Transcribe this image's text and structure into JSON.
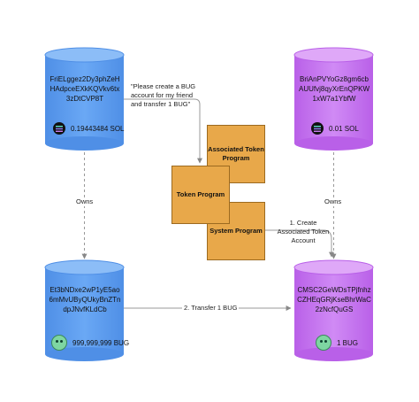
{
  "accounts": {
    "sender_wallet": {
      "address_lines": [
        "FriELggez2Dy3phZeH",
        "HAdpceEXkKQVkv6tx",
        "3zDtCVP8T"
      ],
      "balance": "0.19443484 SOL",
      "icon": "solana-icon",
      "color": "#5b9cf0"
    },
    "receiver_wallet": {
      "address_lines": [
        "BriAnPVYoGz8gm6cb",
        "AUUfvj8qyXrEnQPKW",
        "1xW7a1YbfW"
      ],
      "balance": "0.01 SOL",
      "icon": "solana-icon",
      "color": "#c774f0"
    },
    "sender_token_account": {
      "address_lines": [
        "Et3bNDxe2wP1yE5ao",
        "6mMvUByQUkyBnZTn",
        "dpJNvfKLdCb"
      ],
      "balance": "999,999,999 BUG",
      "icon": "bug-token-icon",
      "color": "#5b9cf0"
    },
    "receiver_token_account": {
      "address_lines": [
        "CMSC2GeWDsTPjfnhz",
        "CZHEqGRjKseBhrWaC",
        "2zNcfQuGS"
      ],
      "balance": "1 BUG",
      "icon": "bug-token-icon",
      "color": "#c774f0"
    }
  },
  "programs": {
    "associated_token": "Associated Token Program",
    "token": "Token Program",
    "system": "System Program",
    "color": "#e8a84a"
  },
  "labels": {
    "request": "\"Please create a BUG account for my friend and transfer 1 BUG\"",
    "owns_left": "Owns",
    "owns_right": "Owns",
    "create_ata": "1. Create Associated Token Account",
    "transfer": "2. Transfer 1 BUG"
  }
}
